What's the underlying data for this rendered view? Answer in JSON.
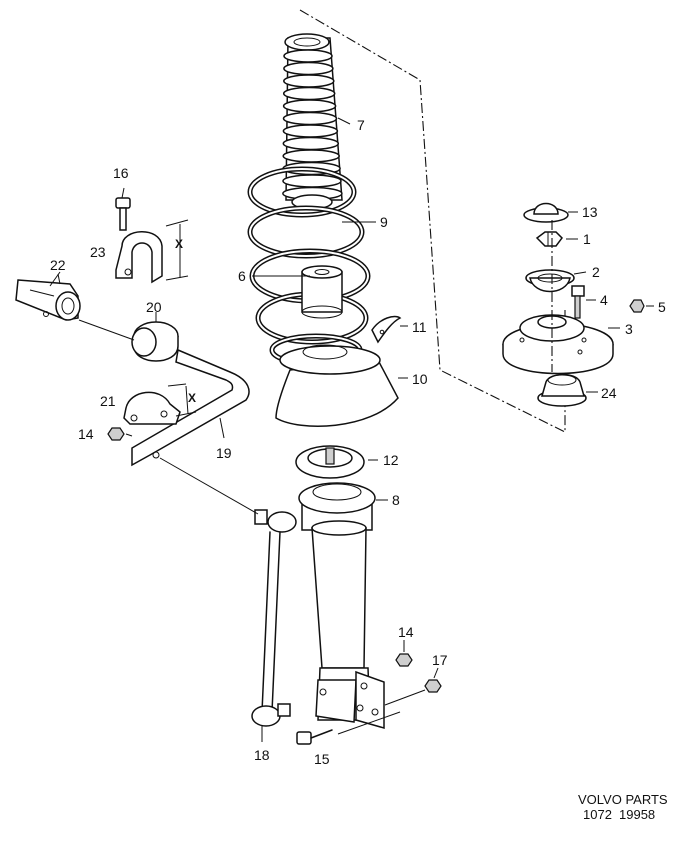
{
  "callouts": [
    {
      "id": "p1",
      "text": "1"
    },
    {
      "id": "p2",
      "text": "2"
    },
    {
      "id": "p3",
      "text": "3"
    },
    {
      "id": "p4",
      "text": "4"
    },
    {
      "id": "p5",
      "text": "5"
    },
    {
      "id": "p6",
      "text": "6"
    },
    {
      "id": "p7",
      "text": "7"
    },
    {
      "id": "p8",
      "text": "8"
    },
    {
      "id": "p9",
      "text": "9"
    },
    {
      "id": "p10",
      "text": "10"
    },
    {
      "id": "p11",
      "text": "11"
    },
    {
      "id": "p12",
      "text": "12"
    },
    {
      "id": "p13",
      "text": "13"
    },
    {
      "id": "p14a",
      "text": "14"
    },
    {
      "id": "p14b",
      "text": "14"
    },
    {
      "id": "p15",
      "text": "15"
    },
    {
      "id": "p16",
      "text": "16"
    },
    {
      "id": "p17",
      "text": "17"
    },
    {
      "id": "p18",
      "text": "18"
    },
    {
      "id": "p19",
      "text": "19"
    },
    {
      "id": "p20",
      "text": "20"
    },
    {
      "id": "p21",
      "text": "21"
    },
    {
      "id": "p22",
      "text": "22"
    },
    {
      "id": "p23",
      "text": "23"
    },
    {
      "id": "p24",
      "text": "24"
    }
  ],
  "dimension_marks": {
    "bracket_upper": "X",
    "bracket_lower": "X"
  },
  "footer": {
    "brand": "VOLVO PARTS",
    "code_left": "1072",
    "code_right": "19958"
  }
}
